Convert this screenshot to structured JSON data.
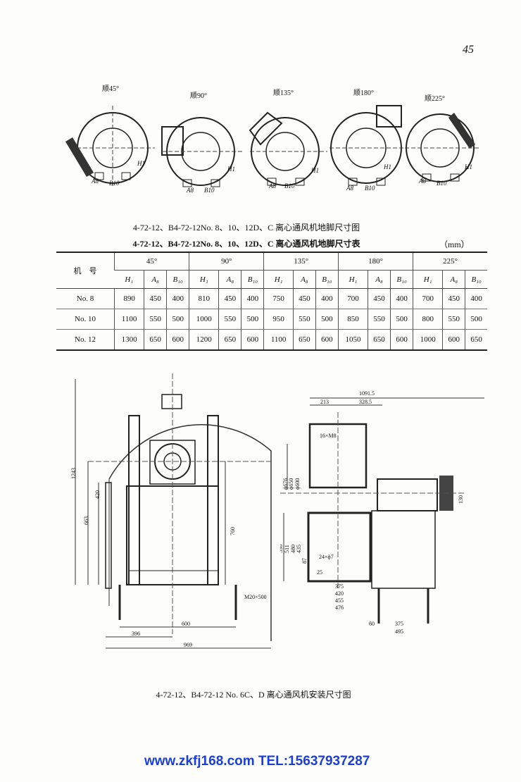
{
  "page_number": "45",
  "top_diagrams": [
    {
      "label": "顺45°"
    },
    {
      "label": "顺90°"
    },
    {
      "label": "顺135°"
    },
    {
      "label": "顺180°"
    },
    {
      "label": "顺225°"
    }
  ],
  "dim_symbols": {
    "h": "H1",
    "a": "A8",
    "b": "B10"
  },
  "caption_figure": "4-72-12、B4-72-12No. 8、10、12D、C 离心通风机地脚尺寸图",
  "caption_table": "4-72-12、B4-72-12No. 8、10、12D、C 离心通风机地脚尺寸表",
  "unit": "（mm）",
  "table": {
    "row_header": "机　号",
    "groups": [
      "45°",
      "90°",
      "135°",
      "180°",
      "225°"
    ],
    "subheaders": [
      "H₁",
      "A₈",
      "B₁₀"
    ],
    "rows": [
      {
        "name": "No. 8",
        "values": [
          "890",
          "450",
          "400",
          "810",
          "450",
          "400",
          "750",
          "450",
          "400",
          "700",
          "450",
          "400",
          "700",
          "450",
          "400"
        ]
      },
      {
        "name": "No. 10",
        "values": [
          "1100",
          "550",
          "500",
          "1000",
          "550",
          "500",
          "950",
          "550",
          "500",
          "850",
          "550",
          "500",
          "800",
          "550",
          "500"
        ]
      },
      {
        "name": "No. 12",
        "values": [
          "1300",
          "650",
          "600",
          "1200",
          "650",
          "600",
          "1100",
          "650",
          "600",
          "1050",
          "650",
          "600",
          "1000",
          "600",
          "650"
        ]
      }
    ]
  },
  "left_drawing": {
    "d1243": "1243",
    "d420": "420",
    "d663": "663",
    "d760": "760",
    "m20": "M20×500",
    "d600": "600",
    "d396": "396",
    "d969": "969"
  },
  "right_drawing": {
    "d1091": "1091.5",
    "d213": "213",
    "d328": "328.5",
    "m8": "16×M8",
    "p676": "ϕ676",
    "p650": "ϕ650",
    "p600": "ϕ600",
    "d130": "130",
    "d536": "536",
    "d511": "511",
    "d480": "480",
    "d435": "435",
    "d87": "87",
    "holes": "24×ϕ7",
    "d25": "25",
    "d375a": "375",
    "d420": "420",
    "d455": "455",
    "d476": "476",
    "d60": "60",
    "d375b": "375",
    "d495": "495"
  },
  "caption_install": "4-72-12、B4-72-12 No. 6C、D 离心通风机安装尺寸图",
  "footer": "www.zkfj168.com TEL:15637937287"
}
